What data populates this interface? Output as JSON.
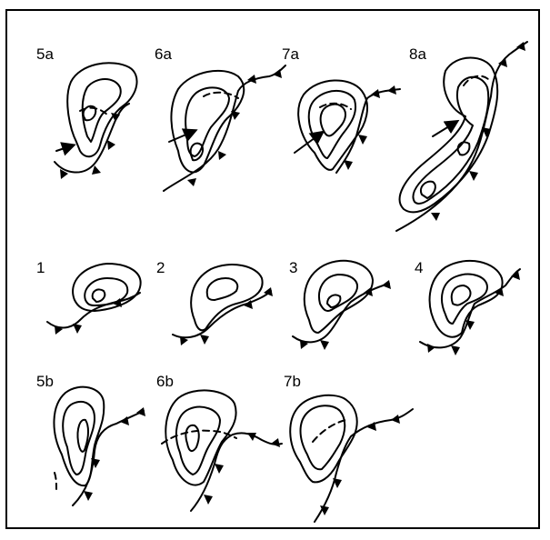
{
  "panels": [
    {
      "key": "5a",
      "label": "5a"
    },
    {
      "key": "6a",
      "label": "6a"
    },
    {
      "key": "7a",
      "label": "7a"
    },
    {
      "key": "8a",
      "label": "8a"
    },
    {
      "key": "1",
      "label": "1"
    },
    {
      "key": "2",
      "label": "2"
    },
    {
      "key": "3",
      "label": "3"
    },
    {
      "key": "4",
      "label": "4"
    },
    {
      "key": "5b",
      "label": "5b"
    },
    {
      "key": "6b",
      "label": "6b"
    },
    {
      "key": "7b",
      "label": "7b"
    }
  ]
}
